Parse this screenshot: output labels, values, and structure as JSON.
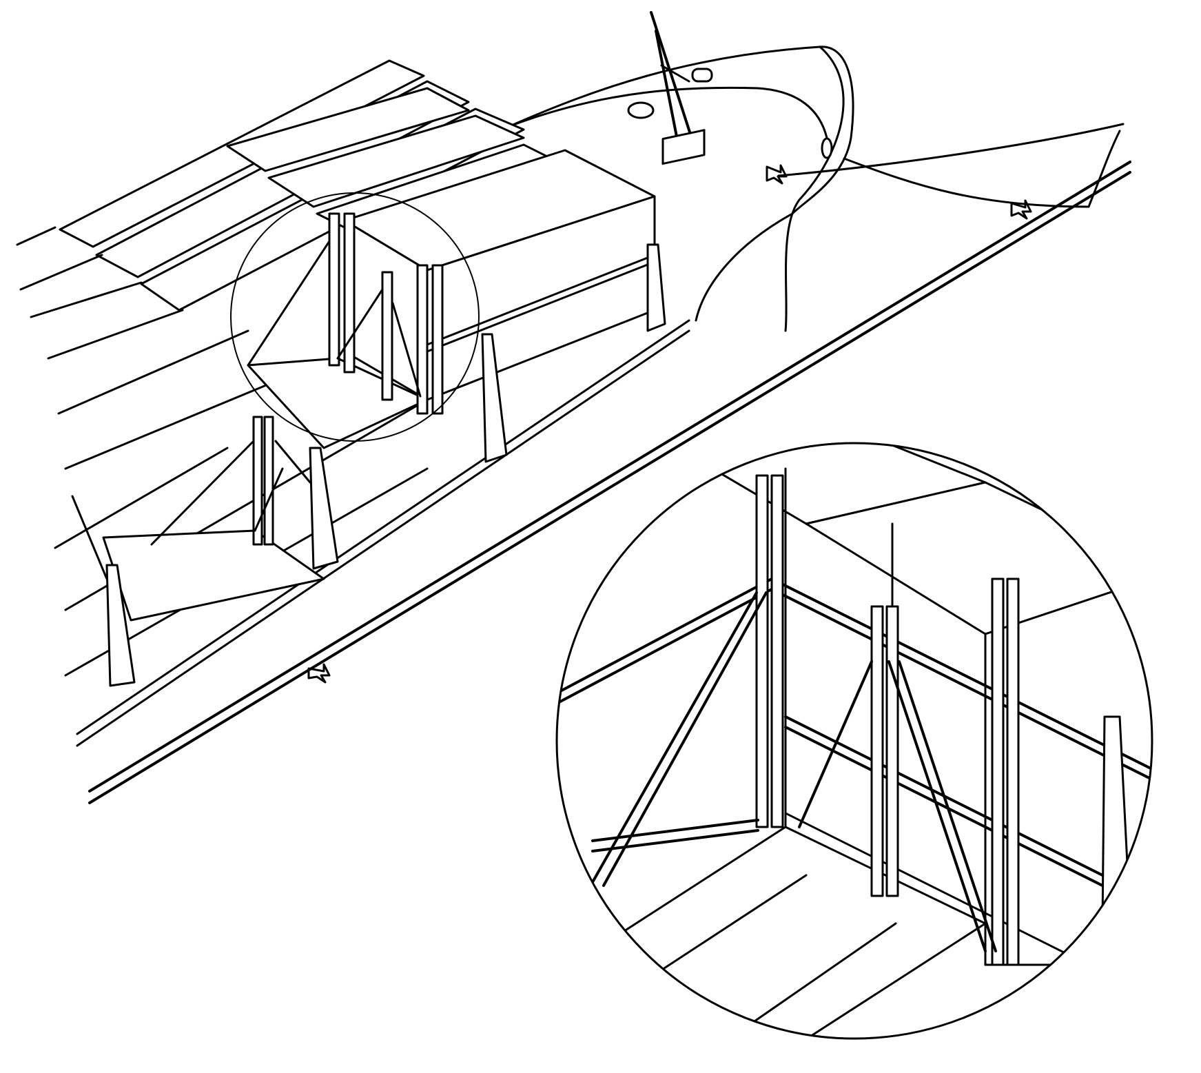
{
  "figure": {
    "subject": "",
    "colors": {
      "ink": "#000000",
      "background": "#ffffff"
    },
    "parts": [
      "ship-hull",
      "deck-container-stacks",
      "lashing-poles",
      "mast",
      "mooring-bollard",
      "anchor-icon",
      "detail-magnifier-circle",
      "detail-inset-circle"
    ]
  }
}
